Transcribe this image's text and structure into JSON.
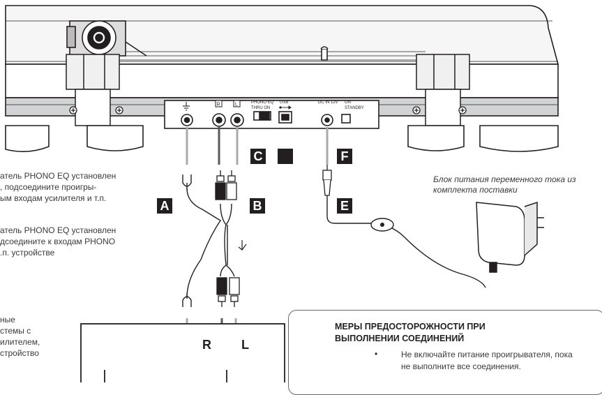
{
  "left_notes": {
    "note1_line1": "атель PHONO EQ установлен",
    "note1_line2": ", подсоедините проигры-",
    "note1_line3": "ым входам усилителя и т.п.",
    "note2_line1": "атель PHONO EQ установлен",
    "note2_line2": "дсоедините к входам PHONO",
    "note2_line3": ".п. устройстве",
    "note3_line1": "ные",
    "note3_line2": "стемы с",
    "note3_line3": "илителем,",
    "note3_line4": "стройство"
  },
  "panel_labels": {
    "phono_eq": "PHONO EQ",
    "thru_on": "THRU  ON",
    "usb": "USB",
    "dc_in": "DC IN 12V",
    "on": "ON",
    "standby": "STANDBY",
    "r": "R",
    "l": "L"
  },
  "badges": {
    "a": "A",
    "b": "B",
    "c": "C",
    "d": "",
    "e": "E",
    "f": "F"
  },
  "amp_channels": {
    "r": "R",
    "l": "L"
  },
  "adapter_caption": {
    "line1": "Блок питания переменного тока из",
    "line2": "комплекта поставки"
  },
  "caution": {
    "title_line1": "МЕРЫ ПРЕДОСТОРОЖНОСТИ ПРИ",
    "title_line2": "ВЫПОЛНЕНИИ СОЕДИНЕНИЙ",
    "bullet": "•",
    "text_line1": "Не включайте питание проигрывателя, пока",
    "text_line2": "не выполните все соединения."
  },
  "colors": {
    "ink": "#231f20",
    "gray_cable": "#a7a9ac",
    "dark_cable": "#58595b",
    "body_gray": "#d1d3d4"
  }
}
